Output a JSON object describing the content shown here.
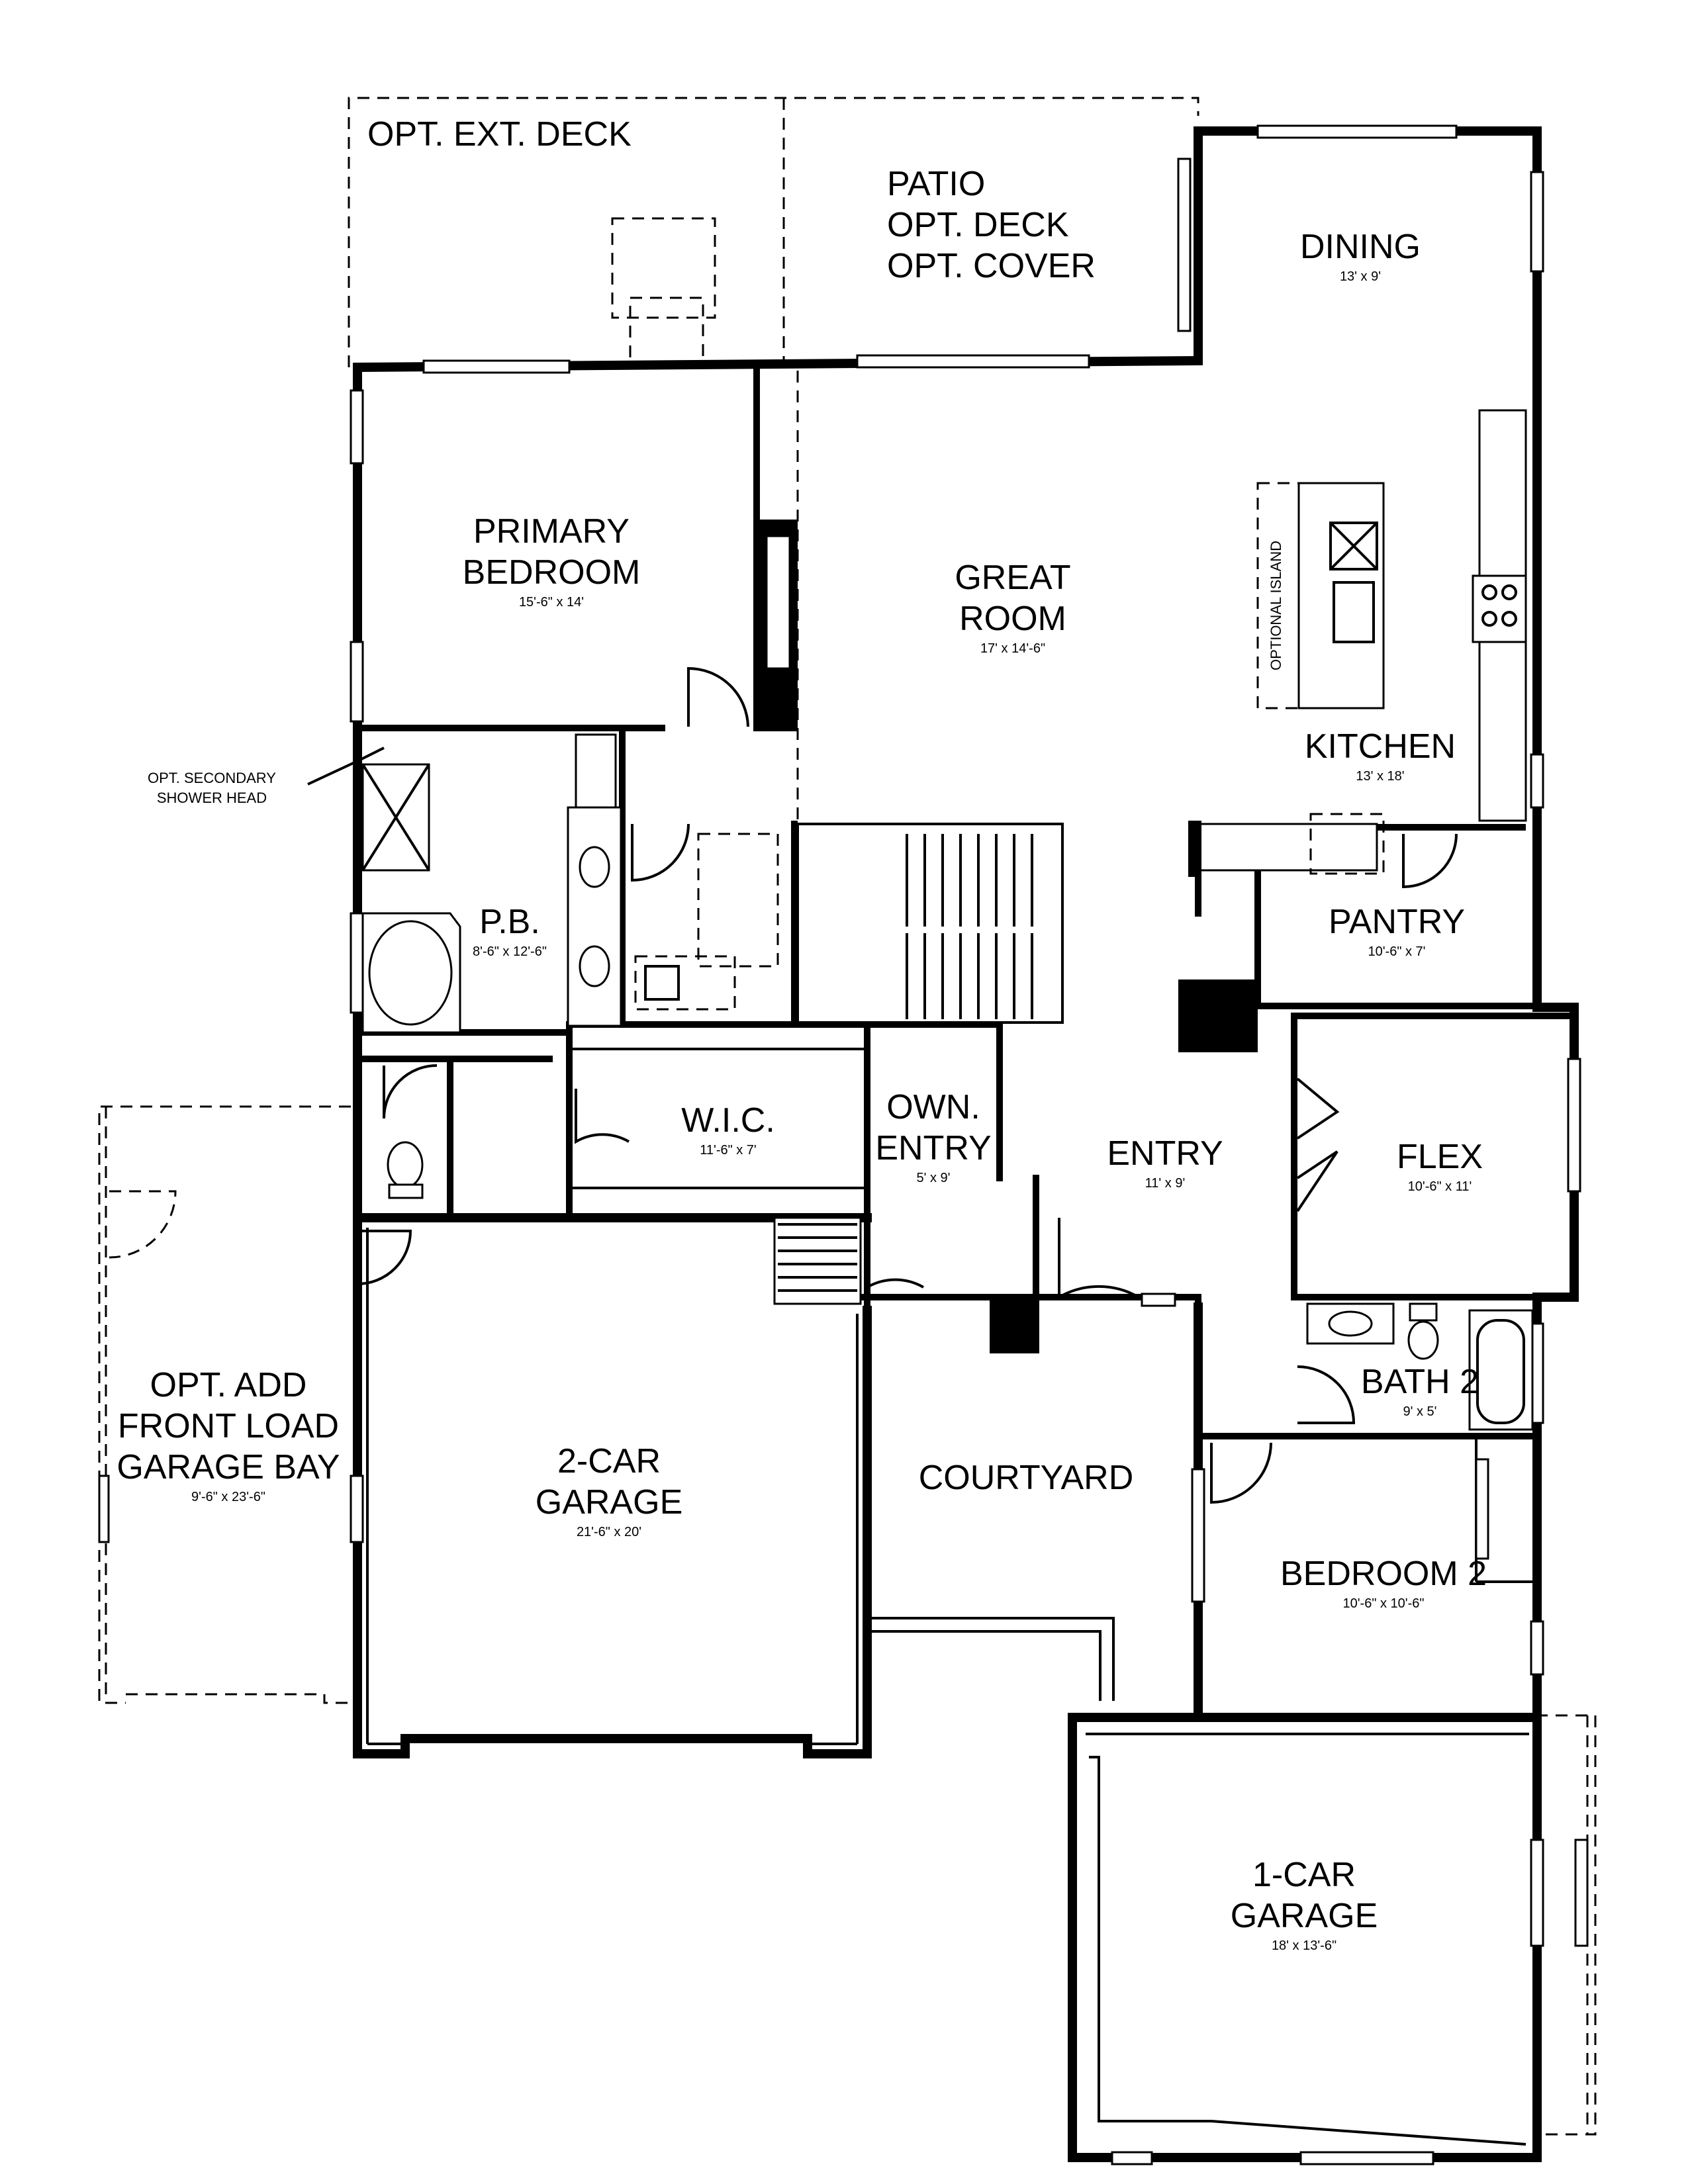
{
  "rooms": [
    {
      "id": "opt-ext-deck",
      "name": [
        "OPT. EXT. DECK"
      ],
      "dims": ""
    },
    {
      "id": "patio",
      "name": [
        "PATIO",
        "OPT. DECK",
        "OPT. COVER"
      ],
      "dims": ""
    },
    {
      "id": "dining",
      "name": [
        "DINING"
      ],
      "dims": "13' x 9'"
    },
    {
      "id": "primary-bedroom",
      "name": [
        "PRIMARY",
        "BEDROOM"
      ],
      "dims": "15'-6\" x 14'"
    },
    {
      "id": "great-room",
      "name": [
        "GREAT",
        "ROOM"
      ],
      "dims": "17' x 14'-6\""
    },
    {
      "id": "kitchen",
      "name": [
        "KITCHEN"
      ],
      "dims": "13' x 18'"
    },
    {
      "id": "pantry",
      "name": [
        "PANTRY"
      ],
      "dims": "10'-6\" x 7'"
    },
    {
      "id": "pb",
      "name": [
        "P.B."
      ],
      "dims": "8'-6\" x 12'-6\""
    },
    {
      "id": "wic",
      "name": [
        "W.I.C."
      ],
      "dims": "11'-6\" x 7'"
    },
    {
      "id": "own-entry",
      "name": [
        "OWN.",
        "ENTRY"
      ],
      "dims": "5' x 9'"
    },
    {
      "id": "entry",
      "name": [
        "ENTRY"
      ],
      "dims": "11' x 9'"
    },
    {
      "id": "flex",
      "name": [
        "FLEX"
      ],
      "dims": "10'-6\" x 11'"
    },
    {
      "id": "bath-2",
      "name": [
        "BATH 2"
      ],
      "dims": "9' x 5'"
    },
    {
      "id": "opt-garage-bay",
      "name": [
        "OPT. ADD",
        "FRONT LOAD",
        "GARAGE BAY"
      ],
      "dims": "9'-6\" x 23'-6\""
    },
    {
      "id": "two-car-garage",
      "name": [
        "2-CAR",
        "GARAGE"
      ],
      "dims": "21'-6\" x 20'"
    },
    {
      "id": "courtyard",
      "name": [
        "COURTYARD"
      ],
      "dims": ""
    },
    {
      "id": "bedroom-2",
      "name": [
        "BEDROOM 2"
      ],
      "dims": "10'-6\" x 10'-6\""
    },
    {
      "id": "one-car-garage",
      "name": [
        "1-CAR",
        "GARAGE"
      ],
      "dims": "18' x 13'-6\""
    }
  ],
  "notes": {
    "shower_head": [
      "OPT. SECONDARY",
      "SHOWER HEAD"
    ],
    "optional_island": "OPTIONAL ISLAND"
  }
}
